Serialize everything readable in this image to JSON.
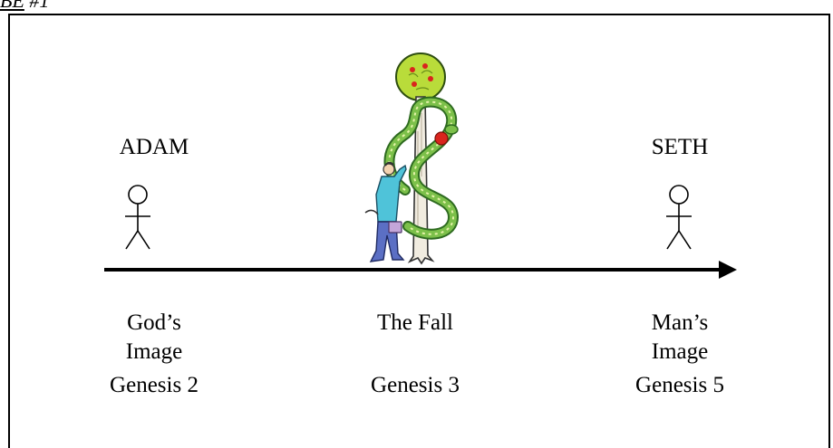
{
  "header_fragment": {
    "underlined": "BE",
    "rest": " #1"
  },
  "colors": {
    "line": "#000000",
    "leaf_green": "#b9dc3a",
    "snake_green": "#7cc04a",
    "snake_dark": "#2e6b20",
    "apple_red": "#d9251d",
    "man_coat": "#4fc3d9",
    "man_pants": "#5b6fc4",
    "tree_trunk": "#f1ece0"
  },
  "left": {
    "name": "ADAM",
    "line1": "God’s",
    "line2": "Image",
    "line3": "Genesis 2"
  },
  "middle": {
    "title": "The Fall",
    "reference": "Genesis 3"
  },
  "right": {
    "name": "SETH",
    "line1": "Man’s",
    "line2": "Image",
    "line3": "Genesis 5"
  }
}
